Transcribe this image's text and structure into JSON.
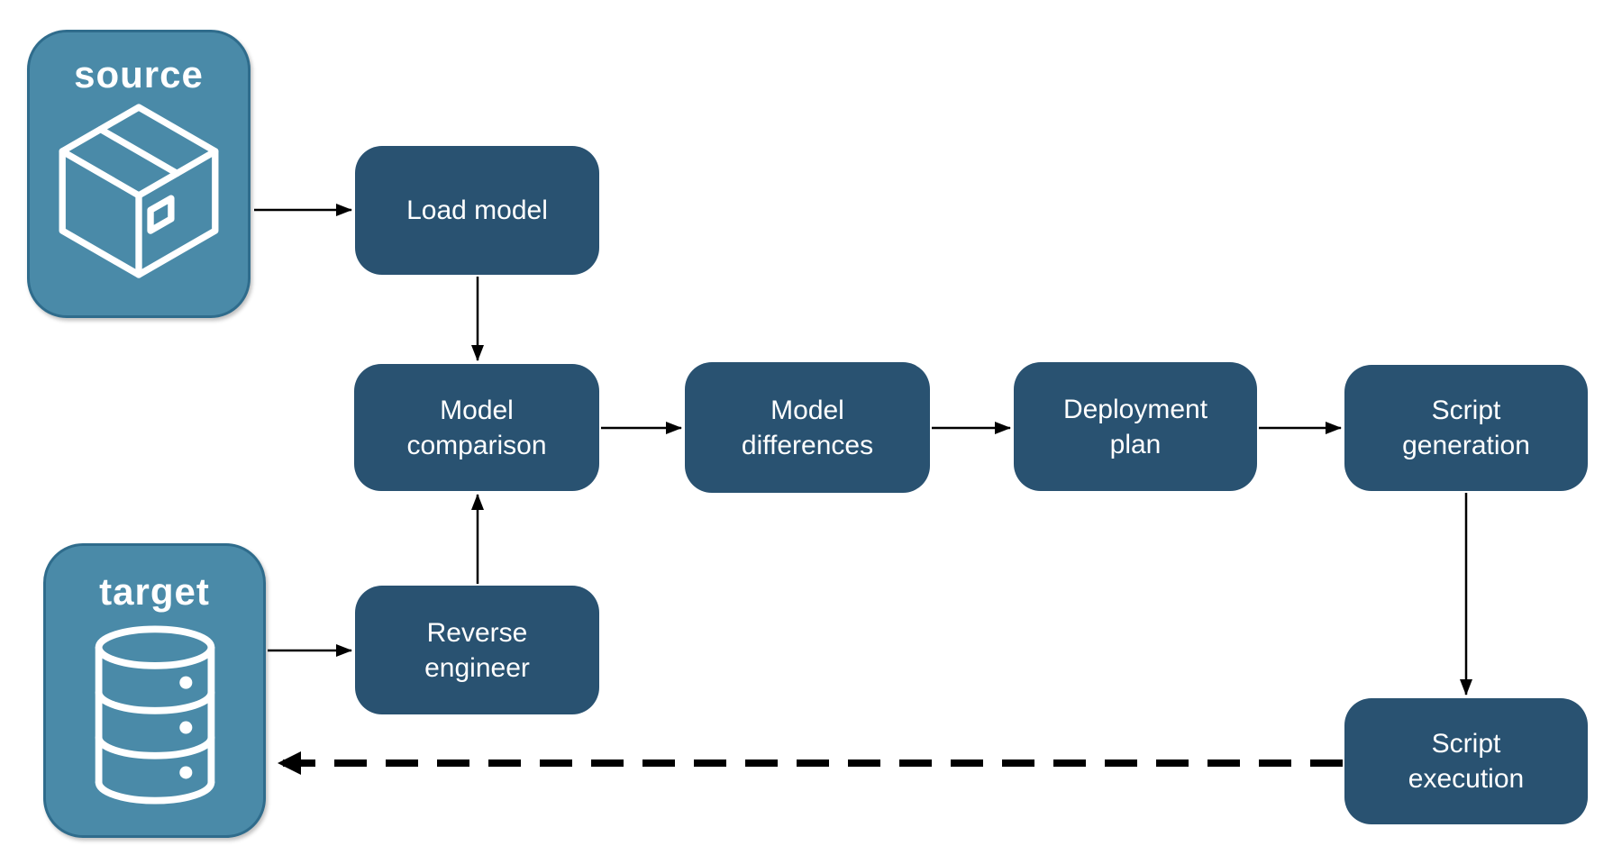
{
  "colors": {
    "step_fill": "#295271",
    "endpoint_fill": "#4A8AA8",
    "endpoint_border": "#2F6C8C",
    "label_color": "#FFFFFF",
    "arrow_color": "#000000",
    "background": "#FFFFFF"
  },
  "endpoints": {
    "source": {
      "label": "source",
      "icon": "package-icon"
    },
    "target": {
      "label": "target",
      "icon": "database-icon"
    }
  },
  "steps": {
    "load_model": {
      "label": "Load model"
    },
    "model_comparison": {
      "label": "Model comparison"
    },
    "model_differences": {
      "label": "Model differences"
    },
    "deployment_plan": {
      "label": "Deployment plan"
    },
    "script_generation": {
      "label": "Script generation"
    },
    "reverse_engineer": {
      "label": "Reverse engineer"
    },
    "script_execution": {
      "label": "Script execution"
    }
  },
  "connections": [
    {
      "from": "source",
      "to": "load_model",
      "style": "solid"
    },
    {
      "from": "load_model",
      "to": "model_comparison",
      "style": "solid"
    },
    {
      "from": "model_comparison",
      "to": "model_differences",
      "style": "solid"
    },
    {
      "from": "model_differences",
      "to": "deployment_plan",
      "style": "solid"
    },
    {
      "from": "deployment_plan",
      "to": "script_generation",
      "style": "solid"
    },
    {
      "from": "script_generation",
      "to": "script_execution",
      "style": "solid"
    },
    {
      "from": "target",
      "to": "reverse_engineer",
      "style": "solid"
    },
    {
      "from": "reverse_engineer",
      "to": "model_comparison",
      "style": "solid"
    },
    {
      "from": "script_execution",
      "to": "target",
      "style": "dashed"
    }
  ]
}
